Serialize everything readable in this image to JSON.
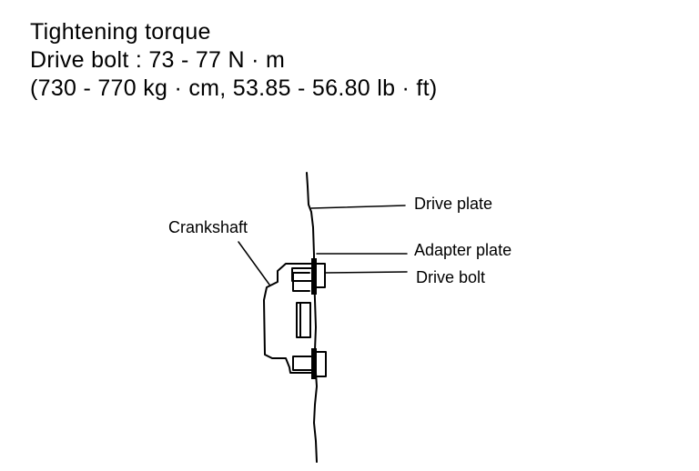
{
  "spec": {
    "title": "Tightening torque",
    "drive_bolt": "Drive bolt :  73 - 77 N · m",
    "alt_units": "(730 - 770 kg · cm, 53.85 - 56.80 lb · ft)"
  },
  "labels": {
    "crankshaft": "Crankshaft",
    "drive_plate": "Drive plate",
    "adapter_plate": "Adapter plate",
    "drive_bolt": "Drive bolt"
  }
}
